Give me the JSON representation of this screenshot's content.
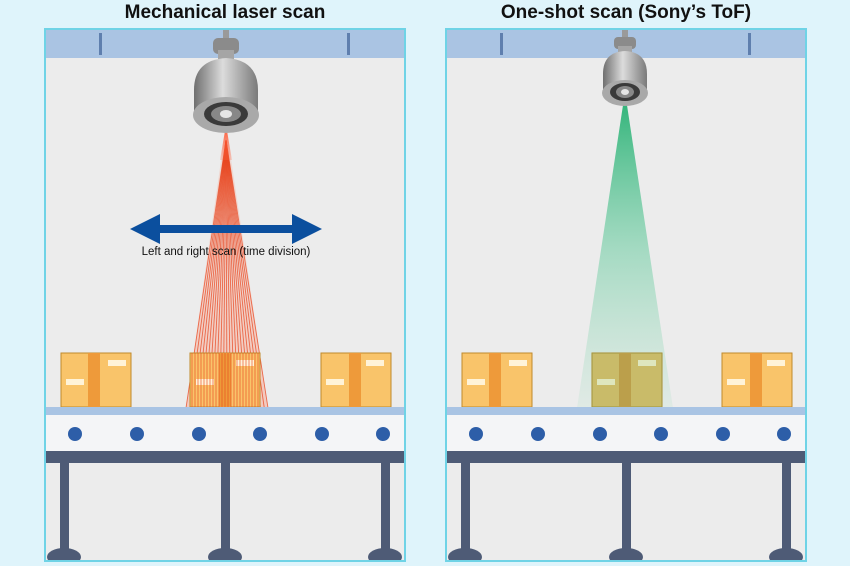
{
  "left_panel": {
    "title": "Mechanical laser scan",
    "scan_label": "Left and right scan (time division)",
    "beam_color": "#ff4d26"
  },
  "right_panel": {
    "title": "One-shot scan (Sony’s ToF)",
    "beam_color": "#4cc594"
  },
  "colors": {
    "background": "#dff4fb",
    "panel_border": "#6fd3e6",
    "ceiling": "#aac4e3",
    "arrow": "#0b4f9e",
    "box": "#f9c46a",
    "conveyor_frame": "#4e5b76",
    "roller": "#2d5ea8"
  }
}
